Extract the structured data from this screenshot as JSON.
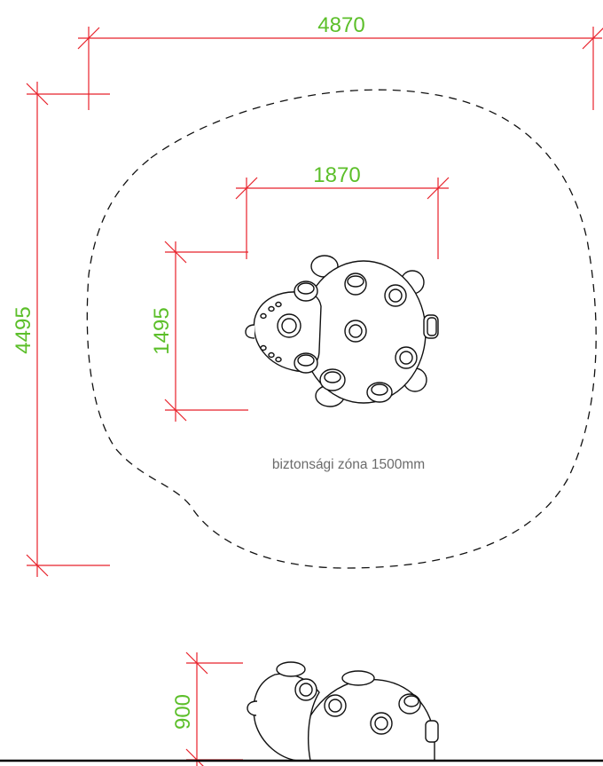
{
  "dimensions": {
    "overall_width": "4870",
    "overall_depth": "4495",
    "object_width": "1870",
    "object_depth": "1495",
    "height": "900"
  },
  "safety_zone_label": "biztonsági zóna 1500mm",
  "colors": {
    "dimension_line": "#e8202a",
    "dimension_text": "#5cbf2a",
    "outline": "#111111",
    "label": "#6b6b6b"
  }
}
